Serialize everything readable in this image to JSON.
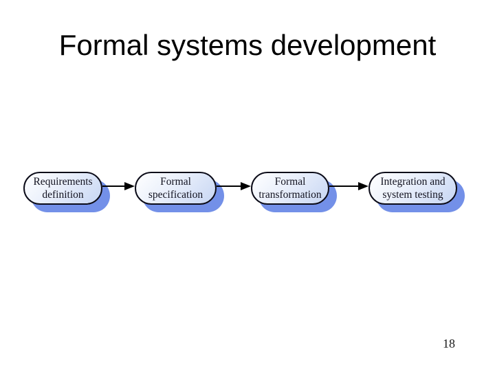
{
  "slide": {
    "title": "Formal systems development",
    "page_number": "18"
  },
  "diagram": {
    "stages": [
      {
        "label": "Requirements definition",
        "line1": "Requirements",
        "line2": "definition"
      },
      {
        "label": "Formal specification",
        "line1": "Formal",
        "line2": "specification"
      },
      {
        "label": "Formal transformation",
        "line1": "Formal",
        "line2": "transformation"
      },
      {
        "label": "Integration and system testing",
        "line1": "Integration and",
        "line2": "system testing"
      }
    ],
    "connector_count": 3
  },
  "colors": {
    "background": "#ffffff",
    "title_color": "#000000",
    "box_border": "#0b0b18",
    "box_fill_start": "#ffffff",
    "box_fill_mid": "#e9effb",
    "box_fill_end": "#c7d6f3",
    "box_text_color": "#131320",
    "shadow_color": "#7390e8",
    "arrow_color": "#000000",
    "page_number_color": "#1a1a1a"
  }
}
